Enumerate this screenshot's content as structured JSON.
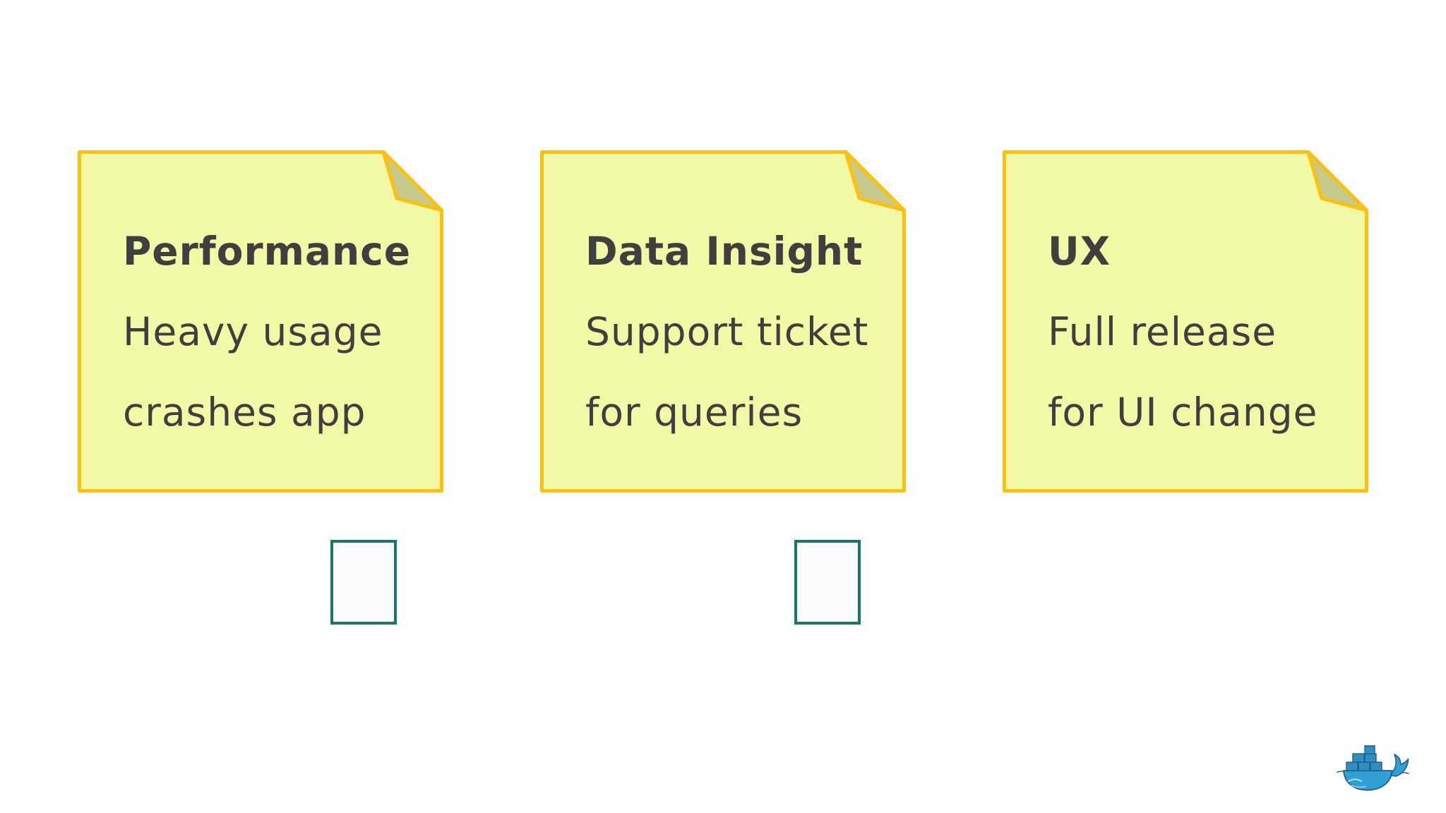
{
  "notes": [
    {
      "title": "Performance",
      "lines": [
        "Heavy usage",
        "crashes app"
      ]
    },
    {
      "title": "Data Insight",
      "lines": [
        "Support ticket",
        "for queries"
      ]
    },
    {
      "title": "UX",
      "lines": [
        "Full release",
        "for UI change"
      ]
    }
  ],
  "placeholders": {
    "count": 2
  },
  "icons": {
    "bottom_right": "docker-whale-icon"
  },
  "colors": {
    "background": "#FFFFFF",
    "note_fill": "#F2F9A6",
    "note_border": "#FCC011",
    "note_fold": "#C6CA8C",
    "note_text": "#3F3F3F",
    "placeholder_border": "#14786B",
    "placeholder_fill": "#FCFCFC",
    "docker_blue": "#2FA0D5",
    "docker_container_blue": "#2E8FC0",
    "docker_outline": "#1C5F84"
  }
}
